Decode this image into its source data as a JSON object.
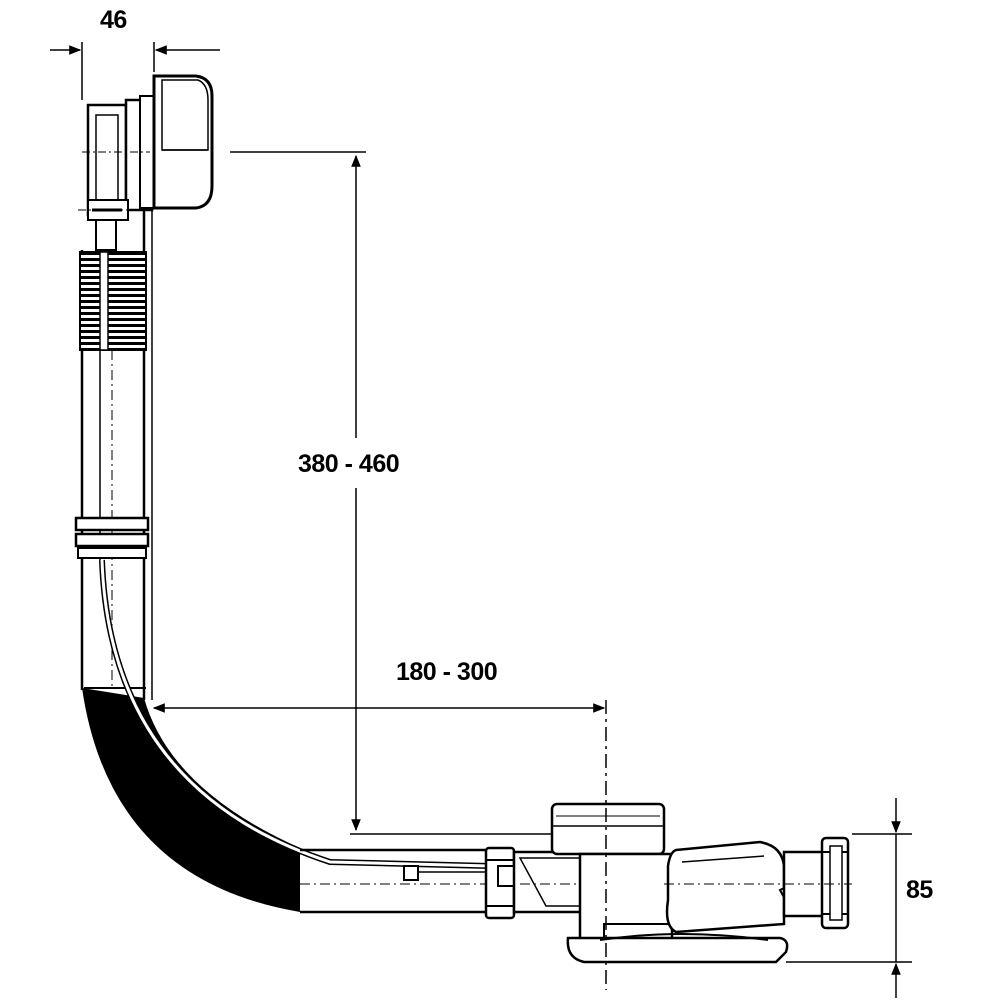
{
  "dimensions": {
    "overflow_depth": "46",
    "vertical_range": "380 - 460",
    "horizontal_range": "180 - 300",
    "waste_height": "85"
  },
  "colors": {
    "ink": "#000000",
    "background": "#ffffff"
  }
}
